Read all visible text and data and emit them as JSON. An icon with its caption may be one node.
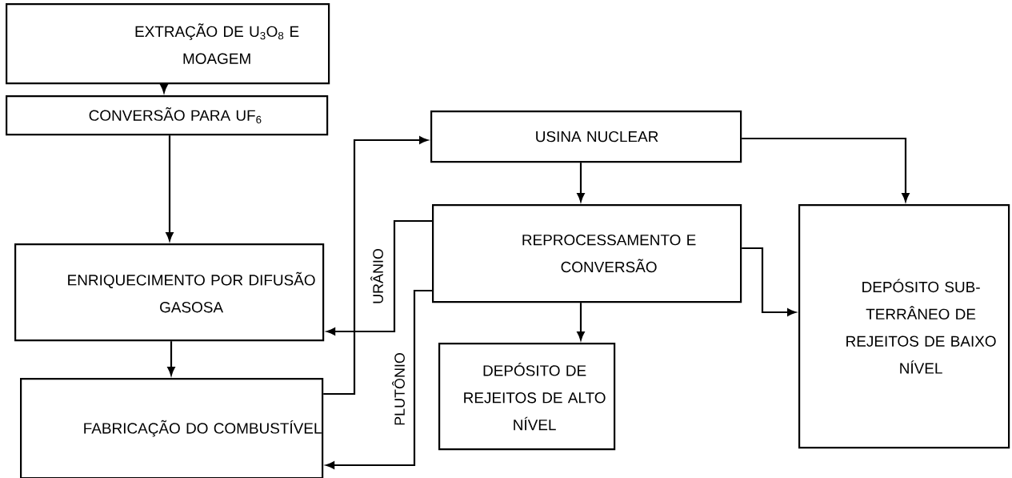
{
  "diagram": {
    "nodes": [
      {
        "text": [
          "EXTRAÇÃO DE U$_{3}$O$_{8}$ E MOAGEM"
        ]
      },
      {
        "text": [
          "CONVERSÃO PARA UF$_{6}$"
        ]
      },
      {
        "text": [
          "ENRIQUECIMENTO POR DIFUSÃO GASOSA"
        ]
      },
      {
        "text": [
          "FABRICAÇÃO DO COMBUSTÍVEL"
        ]
      },
      {
        "text": [
          "USINA NUCLEAR"
        ]
      },
      {
        "text": [
          "REPROCESSAMENTO E CONVERSÃO"
        ]
      },
      {
        "text": [
          "DEPÓSITO DE REJEITOS DE ALTO NÍVEL"
        ]
      },
      {
        "text": [
          "DEPÓSITO SUB- TERRÂNEO DE REJEITOS DE BAIXO NÍVEL"
        ]
      }
    ],
    "edges": [
      {
        "from": 0,
        "to": 1,
        "arrow": "to"
      },
      {
        "from": 1,
        "to": 2,
        "arrow": "to"
      },
      {
        "from": 2,
        "to": 3,
        "arrow": "to"
      },
      {
        "from": 3,
        "to": 4,
        "arrow": "to"
      },
      {
        "from": 4,
        "to": 5,
        "arrow": "to"
      },
      {
        "from": 4,
        "to": 7,
        "arrow": "to"
      },
      {
        "from": 5,
        "to": 2,
        "arrow": "to",
        "label": "URÂNIO"
      },
      {
        "from": 5,
        "to": 3,
        "arrow": "to",
        "label": "PLUTÔNIO"
      },
      {
        "from": 5,
        "to": 6,
        "arrow": "to"
      },
      {
        "from": 5,
        "to": 7,
        "arrow": "to"
      }
    ]
  }
}
